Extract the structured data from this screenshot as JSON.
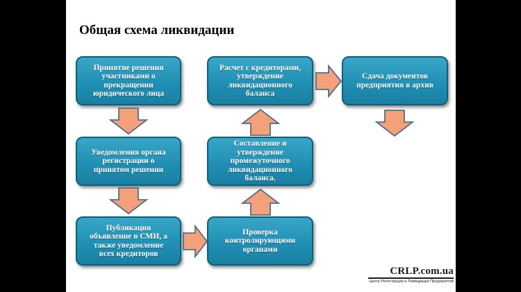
{
  "title": "Общая схема ликвидации",
  "boxes": [
    {
      "id": "b1",
      "text": "Принятие решения\nучастниками о\nпрекращении\nюридического лица"
    },
    {
      "id": "b2",
      "text": "Уведомления органа\nрегистрации о\nпринятом решении"
    },
    {
      "id": "b3",
      "text": "Публикация\nобъявление в СМИ, а\nтакже уведомление\nвсех кредиторов"
    },
    {
      "id": "b4",
      "text": "Проверка\nконтролирующими\nорганами"
    },
    {
      "id": "b5",
      "text": "Составление и\nутверждение\nпромежуточного\nликвидационного\nбаланса."
    },
    {
      "id": "b6",
      "text": "Расчет с кредиторами,\nутверждение\nликвидационного\nбаланса"
    },
    {
      "id": "b7",
      "text": "Сдача документов\nпредприятия в архив"
    }
  ],
  "colors": {
    "box_fill": "#2090b4",
    "box_border": "#0d5f7c",
    "arrow_fill": "#f4a07a",
    "arrow_stroke": "#4f6f86"
  },
  "logo": {
    "name": "CRLP.com.ua",
    "subtitle": "Центр Регистрации и Ликвидации Предприятий"
  }
}
